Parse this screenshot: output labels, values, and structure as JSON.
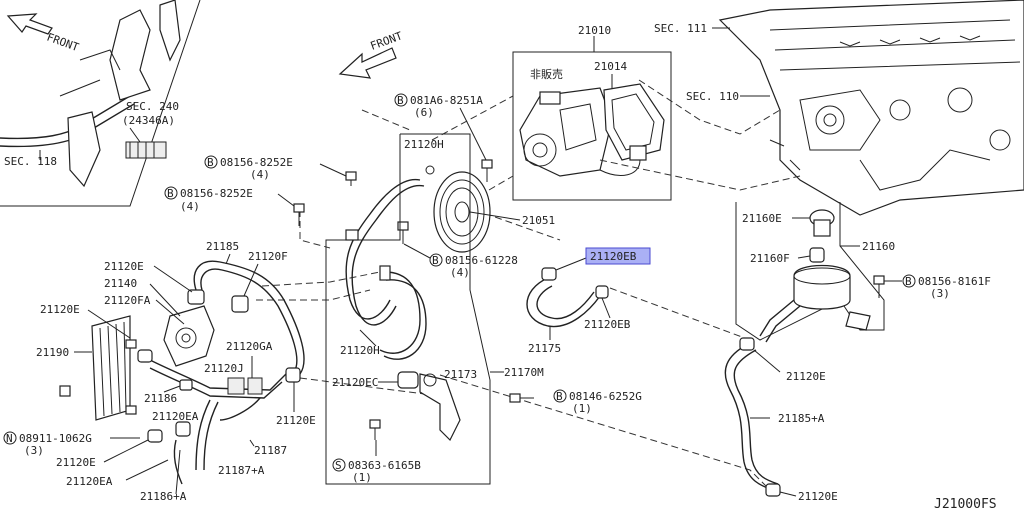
{
  "diagram_id": "J21000FS",
  "front_labels": [
    "FRONT",
    "FRONT"
  ],
  "inset": {
    "sec118": "SEC. 118",
    "sec240": "SEC. 240",
    "sec240_sub": "(24346A)"
  },
  "sections": {
    "sec111": "SEC. 111",
    "sec110": "SEC. 110"
  },
  "highlighted_part": "21120EB",
  "parts": {
    "p21010": "21010",
    "p21014": "21014",
    "not_for_sale": "非販売",
    "p21120H_top": "21120H",
    "p21051": "21051",
    "p21185": "21185",
    "p21120F": "21120F",
    "p21120E_a": "21120E",
    "p21140": "21140",
    "p21120FA": "21120FA",
    "p21120E_b": "21120E",
    "p21190": "21190",
    "p21120GA": "21120GA",
    "p21120J": "21120J",
    "p21186": "21186",
    "p21120EA_a": "21120EA",
    "p21120E_c": "21120E",
    "p21187": "21187",
    "p21187A": "21187+A",
    "p21120E_d": "21120E",
    "p21120EA_b": "21120EA",
    "p21186A": "21186+A",
    "p21120H_bot": "21120H",
    "p21120EC": "21120EC",
    "p21173": "21173",
    "p21170M": "21170M",
    "p21175": "21175",
    "p21120EB_b": "21120EB",
    "p21160E": "21160E",
    "p21160": "21160",
    "p21160F": "21160F",
    "p21120E_e": "21120E",
    "p21185A": "21185+A",
    "p21120E_f": "21120E"
  },
  "bolts": {
    "b1": {
      "prefix": "B",
      "code": "081A6-8251A",
      "qty": "(6)"
    },
    "b2": {
      "prefix": "B",
      "code": "08156-8252E",
      "qty": "(4)"
    },
    "b3": {
      "prefix": "B",
      "code": "08156-8252E",
      "qty": "(4)"
    },
    "b4": {
      "prefix": "B",
      "code": "08156-61228",
      "qty": "(4)"
    },
    "b5": {
      "prefix": "B",
      "code": "08156-8161F",
      "qty": "(3)"
    },
    "b6": {
      "prefix": "B",
      "code": "08146-6252G",
      "qty": "(1)"
    },
    "n1": {
      "prefix": "N",
      "code": "08911-1062G",
      "qty": "(3)"
    },
    "s1": {
      "prefix": "S",
      "code": "08363-6165B",
      "qty": "(1)"
    }
  }
}
